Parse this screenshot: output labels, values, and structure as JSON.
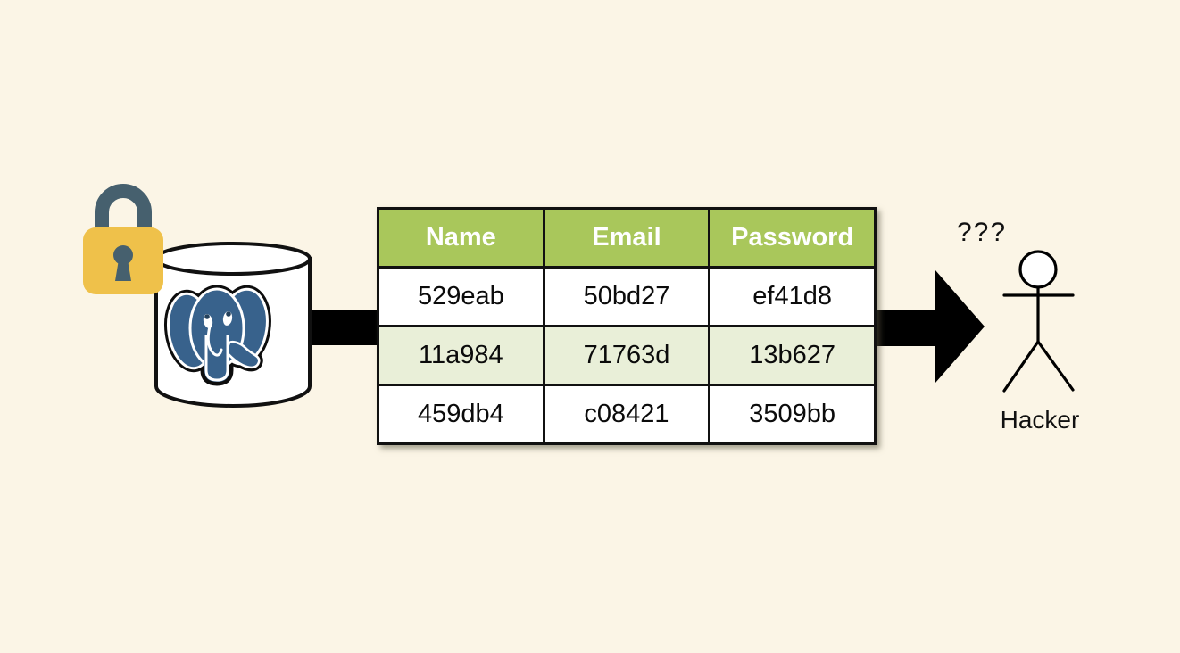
{
  "colors": {
    "background": "#FBF5E6",
    "table_header_bg": "#A9C75B",
    "table_alt_row_bg": "#E9EFD8",
    "table_border": "#111111",
    "lock_body": "#EFC14A",
    "lock_shackle": "#46606E",
    "postgres_blue": "#38628C",
    "arrow": "#000000"
  },
  "icons": {
    "padlock": "padlock-icon",
    "database": "database-cylinder",
    "elephant": "postgresql-elephant-icon",
    "flow_arrow": "block-arrow-right",
    "person": "stick-figure-person"
  },
  "table": {
    "headers": [
      "Name",
      "Email",
      "Password"
    ],
    "rows": [
      [
        "529eab",
        "50bd27",
        "ef41d8"
      ],
      [
        "11a984",
        "71763d",
        "13b627"
      ],
      [
        "459db4",
        "c08421",
        "3509bb"
      ]
    ]
  },
  "hacker": {
    "thought": "???",
    "label": "Hacker"
  }
}
